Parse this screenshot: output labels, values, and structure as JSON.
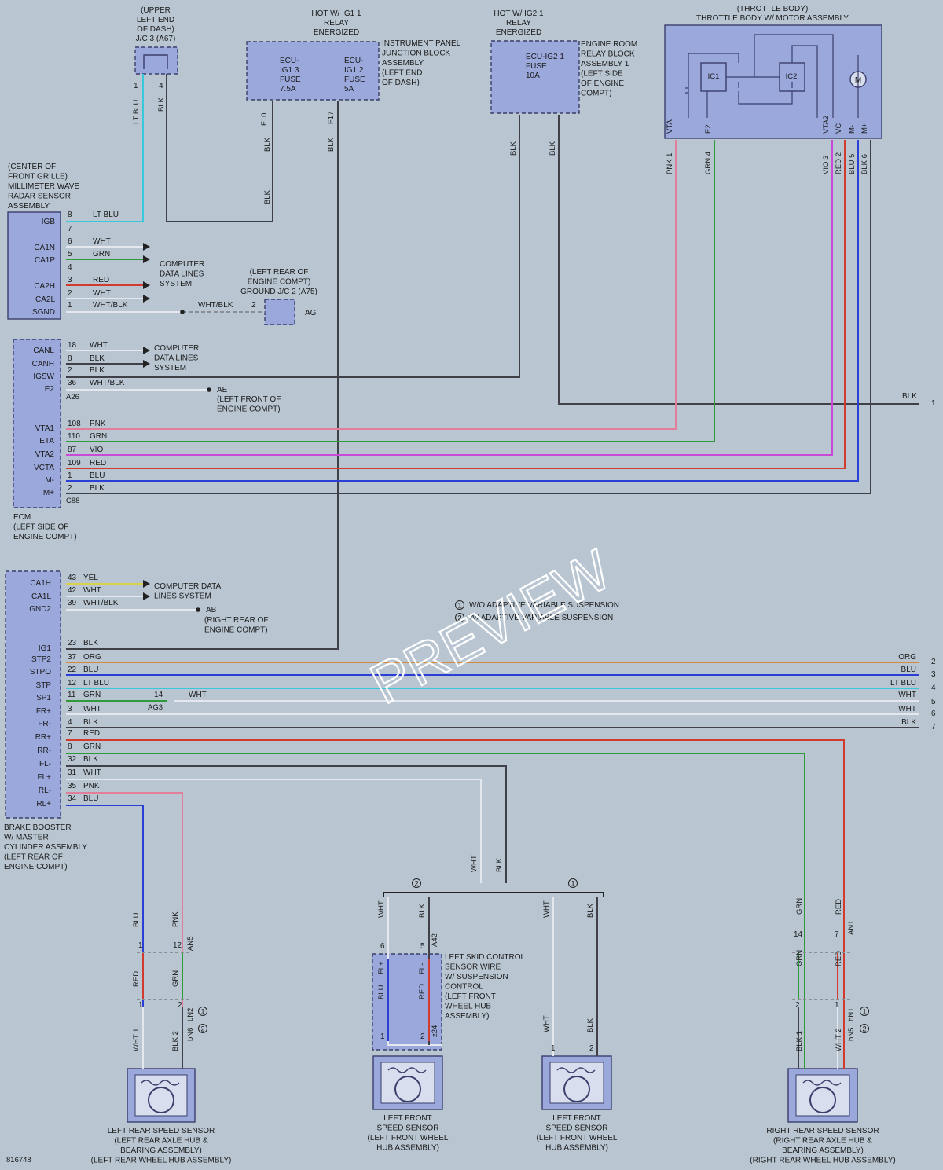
{
  "figure_id": "816748",
  "watermark": "PREVIEW",
  "colors": {
    "BLK": "#404048",
    "WHT": "#e4e8ee",
    "LTBLU": "#37c8dc",
    "GRN": "#2e9a3a",
    "RED": "#d23a2e",
    "PNK": "#e17f9b",
    "VIO": "#c94ad6",
    "BLU": "#2a3fd6",
    "ORG": "#d48a3c",
    "YEL": "#d8d24a",
    "GRAY": "#8a8f96"
  },
  "components": {
    "jc3": {
      "lines": [
        "(UPPER",
        "LEFT END",
        "OF DASH)",
        "J/C 3 (A67)"
      ]
    },
    "ig1": {
      "title": [
        "HOT W/ IG1 1",
        "RELAY",
        "ENERGIZED"
      ],
      "fuse1": [
        "ECU-",
        "IG1 3",
        "FUSE",
        "7.5A"
      ],
      "fuse2": [
        "ECU-",
        "IG1 2",
        "FUSE",
        "5A"
      ],
      "desc": [
        "INSTRUMENT PANEL",
        "JUNCTION BLOCK",
        "ASSEMBLY",
        "(LEFT END",
        "OF DASH)"
      ],
      "pin1": "F10",
      "pin2": "F17"
    },
    "ig2": {
      "title": [
        "HOT W/ IG2 1",
        "RELAY",
        "ENERGIZED"
      ],
      "fuse": [
        "ECU-IG2 1",
        "FUSE",
        "10A"
      ],
      "desc": [
        "ENGINE ROOM",
        "RELAY BLOCK",
        "ASSEMBLY 1",
        "(LEFT SIDE",
        "OF ENGINE",
        "COMPT)"
      ]
    },
    "throttle": {
      "title": [
        "(THROTTLE BODY)",
        "THROTTLE BODY W/ MOTOR ASSEMBLY"
      ],
      "ic1": "IC1",
      "ic2": "IC2",
      "motor": "M",
      "pins": [
        "VTA",
        "E2",
        "VTA2",
        "VC",
        "M-",
        "M+"
      ]
    },
    "radar": {
      "lines": [
        "(CENTER OF",
        "FRONT GRILLE)",
        "MILLIMETER WAVE",
        "RADAR SENSOR",
        "ASSEMBLY"
      ],
      "pins": [
        "IGB",
        "CA1N",
        "CA1P",
        "CA2H",
        "CA2L",
        "SGND"
      ]
    },
    "computer_data_1": [
      "COMPUTER",
      "DATA LINES",
      "SYSTEM"
    ],
    "ground_jc2": {
      "lines": [
        "(LEFT REAR OF",
        "ENGINE COMPT)",
        "GROUND J/C 2 (A75)"
      ],
      "pin": "2",
      "label": "AG"
    },
    "ecm": {
      "pins": [
        "CANL",
        "CANH",
        "IGSW",
        "E2",
        "VTA1",
        "ETA",
        "VTA2",
        "VCTA",
        "M-",
        "M+"
      ],
      "conn1": "A26",
      "conn2": "C88",
      "lines": [
        "ECM",
        "(LEFT SIDE OF",
        "ENGINE COMPT)"
      ]
    },
    "computer_data_2": [
      "COMPUTER",
      "DATA LINES",
      "SYSTEM"
    ],
    "ground_ae": {
      "label": "AE",
      "lines": [
        "(LEFT FRONT OF",
        "ENGINE COMPT)"
      ]
    },
    "brake": {
      "pins": [
        "CA1H",
        "CA1L",
        "GND2",
        "IG1",
        "STP2",
        "STPO",
        "STP",
        "SP1",
        "FR+",
        "FR-",
        "RR+",
        "RR-",
        "FL-",
        "FL+",
        "RL-",
        "RL+"
      ],
      "lines": [
        "BRAKE BOOSTER",
        "W/ MASTER",
        "CYLINDER ASSEMBLY",
        "(LEFT REAR OF",
        "ENGINE COMPT)"
      ]
    },
    "computer_data_3": [
      "COMPUTER DATA",
      "LINES SYSTEM"
    ],
    "ground_ab": {
      "label": "AB",
      "lines": [
        "(RIGHT REAR OF",
        "ENGINE COMPT)"
      ]
    },
    "legend": [
      {
        "num": "1",
        "text": "W/O ADAPTIVE VARIABLE SUSPENSION"
      },
      {
        "num": "2",
        "text": "W/ ADAPTIVE VARIABLE SUSPENSION"
      }
    ],
    "skid": {
      "lines": [
        "LEFT SKID CONTROL",
        "SENSOR WIRE",
        "W/ SUSPENSION",
        "CONTROL",
        "(LEFT FRONT",
        "WHEEL HUB",
        "ASSEMBLY)"
      ],
      "pins": [
        "FL+",
        "FL-"
      ],
      "conn_top": "A42",
      "conn_bottom": "z24"
    },
    "sensors": [
      {
        "lines": [
          "LEFT REAR SPEED SENSOR",
          "(LEFT REAR AXLE HUB &",
          "BEARING ASSEMBLY)",
          "(LEFT REAR WHEEL HUB ASSEMBLY)"
        ]
      },
      {
        "lines": [
          "LEFT FRONT",
          "SPEED SENSOR",
          "(LEFT FRONT WHEEL",
          "HUB ASSEMBLY)"
        ]
      },
      {
        "lines": [
          "LEFT FRONT",
          "SPEED SENSOR",
          "(LEFT FRONT WHEEL",
          "HUB ASSEMBLY)"
        ]
      },
      {
        "lines": [
          "RIGHT REAR SPEED SENSOR",
          "(RIGHT REAR AXLE HUB &",
          "BEARING ASSEMBLY)",
          "(RIGHT REAR WHEEL HUB ASSEMBLY)"
        ]
      }
    ],
    "connectors": {
      "AN5": "AN5",
      "bN2": "bN2",
      "bN6": "bN6",
      "AN1": "AN1",
      "bN1": "bN1",
      "bN5": "bN5",
      "AG3": "AG3"
    }
  },
  "wires": [
    {
      "from": "JC3-1",
      "color": "LT BLU",
      "to": "Radar IGB-8"
    },
    {
      "from": "JC3-4",
      "color": "BLK",
      "to": "F10"
    },
    {
      "from": "F17",
      "color": "BLK",
      "to": "Brake IG1-23"
    },
    {
      "from": "IG2 relay",
      "color": "BLK",
      "to": "ECM IGSW-2"
    },
    {
      "from": "IG2 relay",
      "color": "BLK",
      "to": "1"
    },
    {
      "from": "ECM VTA1-108",
      "color": "PNK",
      "to": "Throttle VTA-1"
    },
    {
      "from": "ECM ETA-110",
      "color": "GRN",
      "to": "Throttle E2-4"
    },
    {
      "from": "ECM VTA2-87",
      "color": "VIO",
      "to": "Throttle VTA2-3"
    },
    {
      "from": "ECM VCTA-109",
      "color": "RED",
      "to": "Throttle VC-2"
    },
    {
      "from": "ECM M- 1",
      "color": "BLU",
      "to": "Throttle M- 5"
    },
    {
      "from": "ECM M+ 2",
      "color": "BLK",
      "to": "Throttle M+ 6"
    },
    {
      "from": "Brake STP2-37",
      "color": "ORG",
      "to": "2"
    },
    {
      "from": "Brake STPO-22",
      "color": "BLU",
      "to": "3"
    },
    {
      "from": "Brake STP-12",
      "color": "LT BLU",
      "to": "4"
    },
    {
      "from": "Brake SP1-11",
      "color": "GRN/WHT",
      "to": "5"
    },
    {
      "from": "Brake FR+ 3",
      "color": "WHT",
      "to": "6"
    },
    {
      "from": "Brake FR- 4",
      "color": "BLK",
      "to": "7"
    }
  ]
}
